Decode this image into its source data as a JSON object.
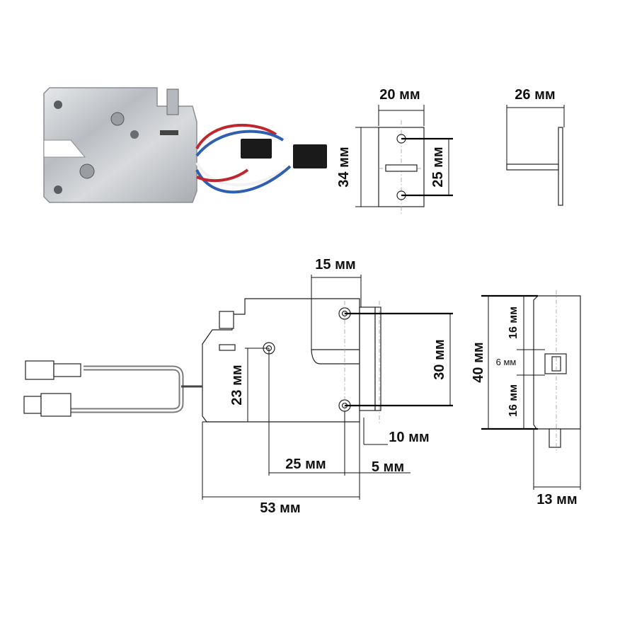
{
  "product": {
    "photo_alt": "electromagnetic cabinet lock photo"
  },
  "dimensions": {
    "top_width": "20 мм",
    "top_height": "34 мм",
    "top_hole_spacing": "25 мм",
    "side_depth": "26 мм",
    "slot_offset": "15 мм",
    "hole_spacing": "30 мм",
    "hole_height": "23 мм",
    "plate_thickness": "10 мм",
    "hole_to_edge": "25 мм",
    "edge_offset": "5 мм",
    "body_length": "53 мм",
    "end_height": "40 мм",
    "end_upper": "16 мм",
    "end_gap": "6 мм",
    "end_lower": "16 мм",
    "end_width": "13 мм"
  },
  "colors": {
    "metal": "#c9ccd0",
    "wire_red": "#c0262d",
    "wire_blue": "#2f5fb0",
    "wire_white": "#f2f2f2",
    "connector": "#1a1a1a"
  }
}
